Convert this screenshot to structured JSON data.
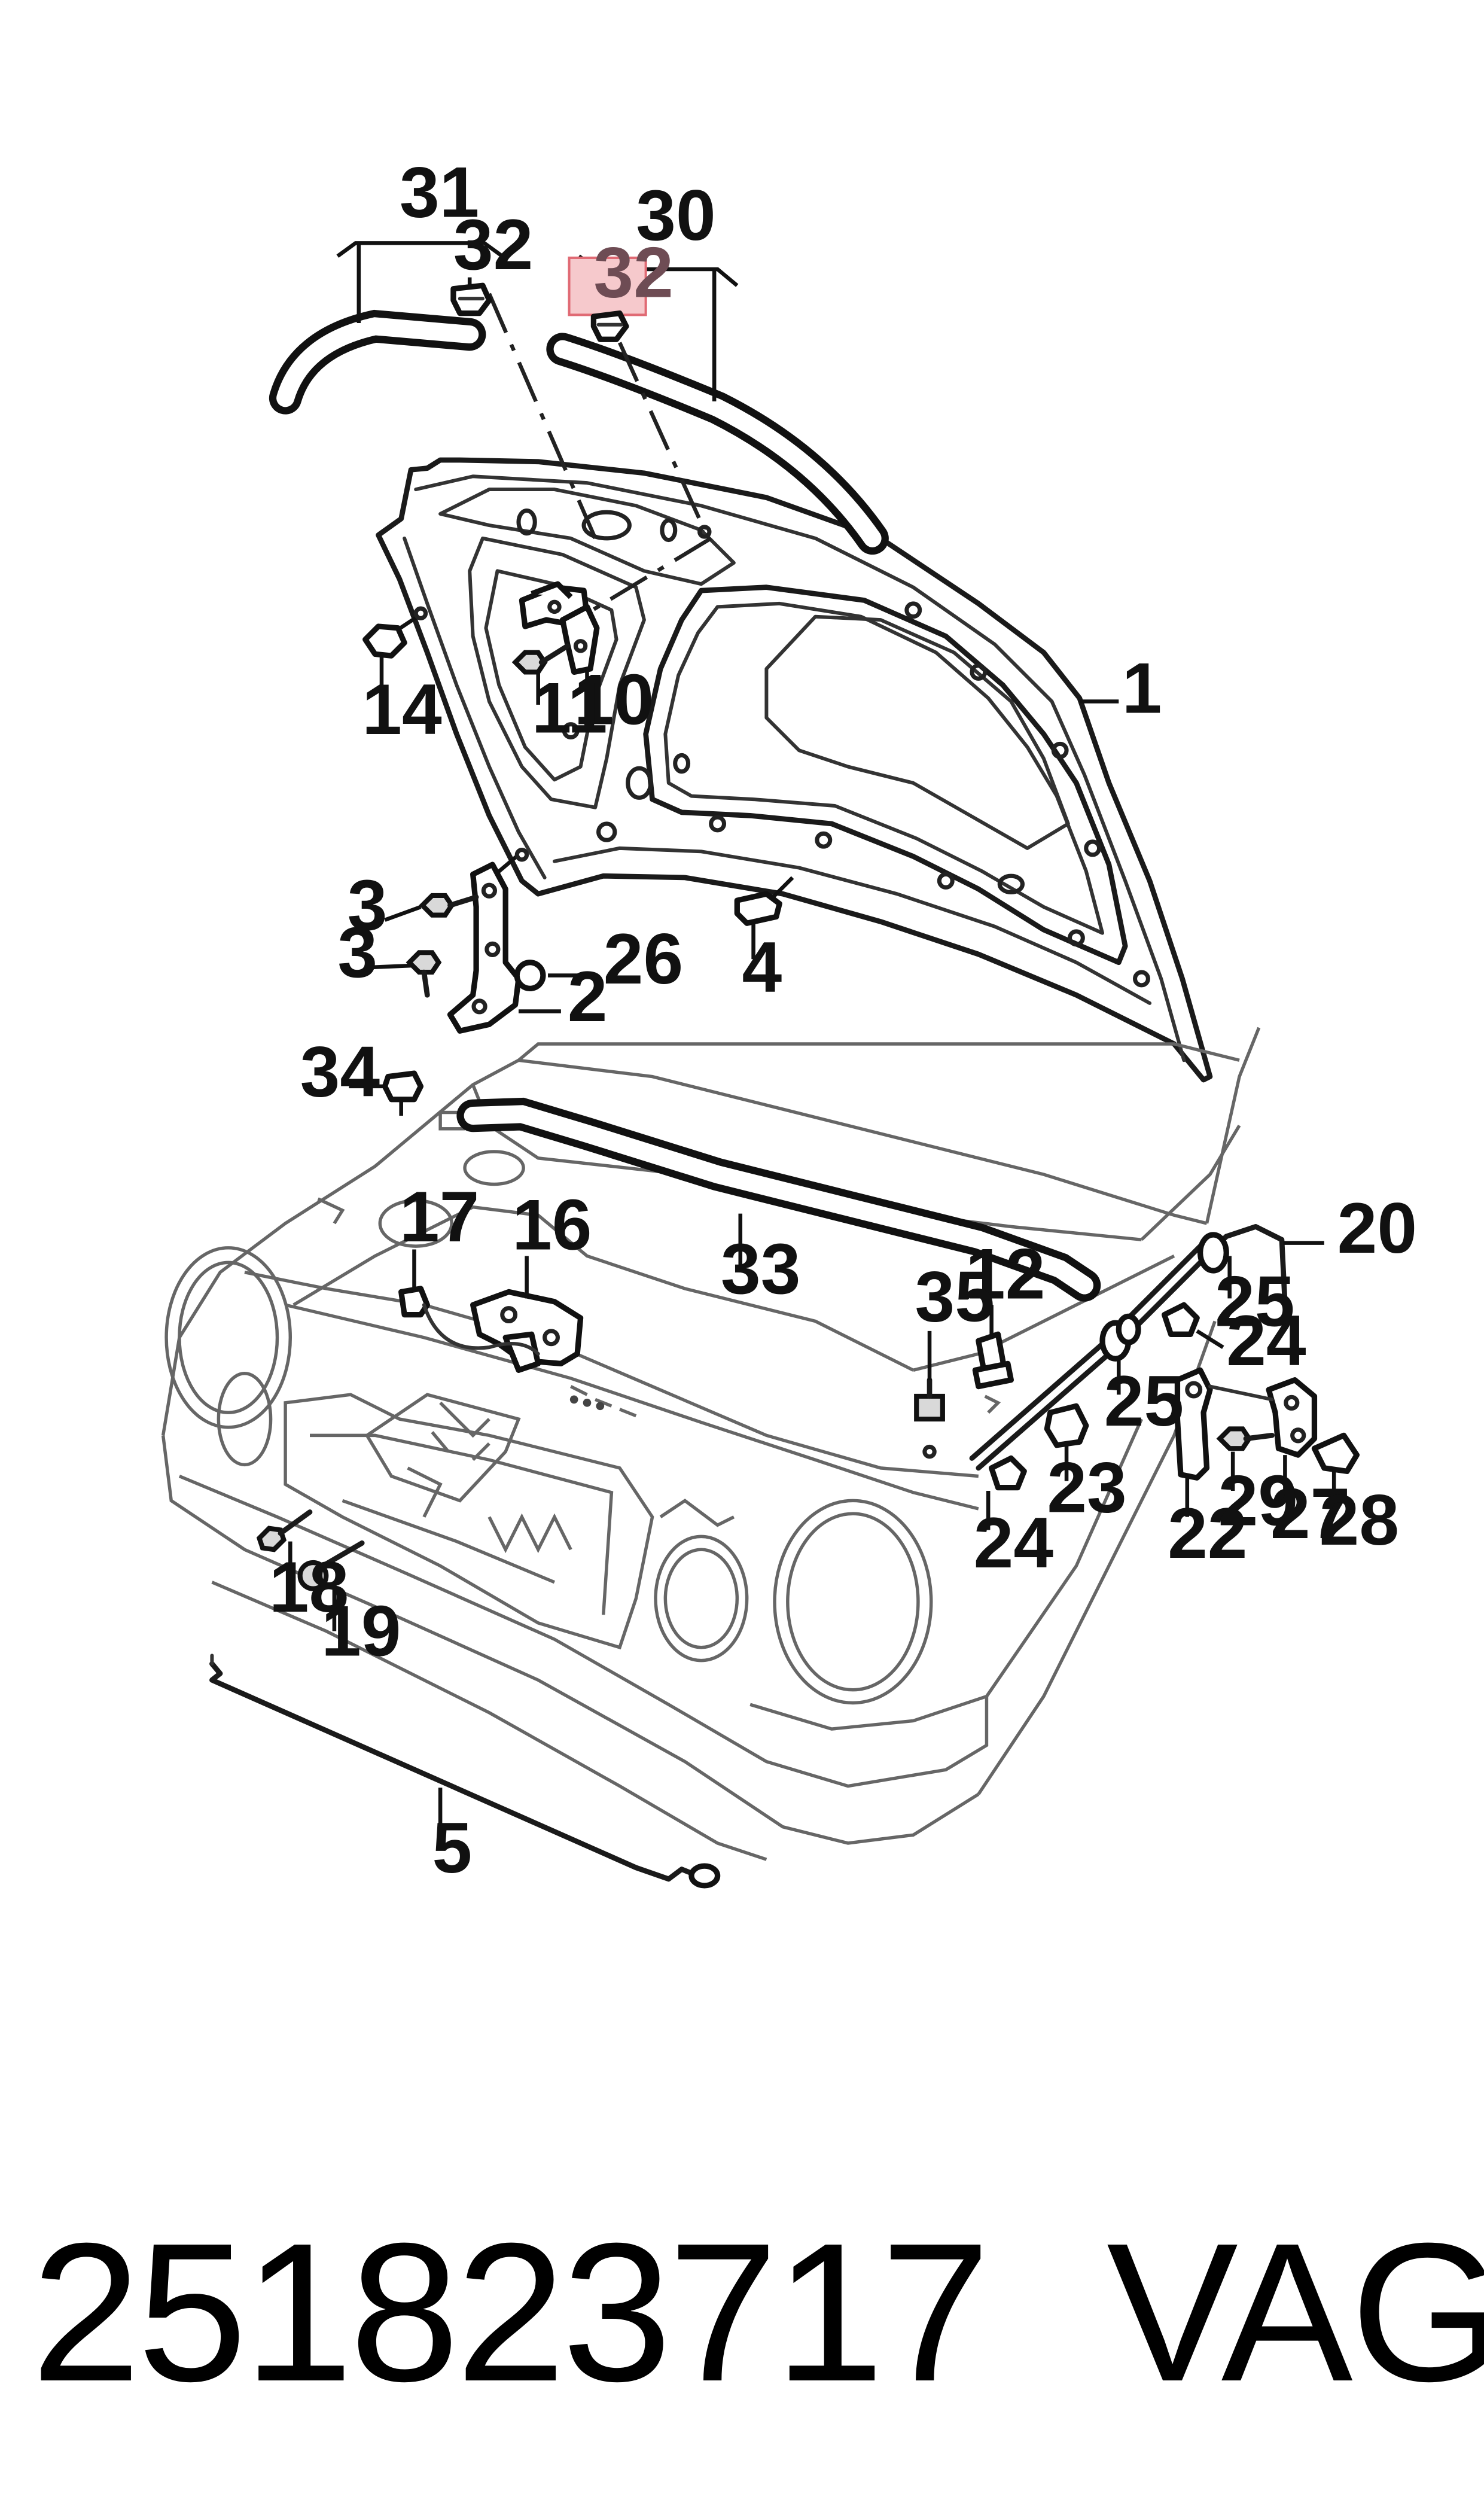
{
  "diagram": {
    "callouts": {
      "c1": "1",
      "c2": "2",
      "c3a": "3",
      "c3b": "3",
      "c4": "4",
      "c5": "5",
      "c10": "10",
      "c11": "11",
      "c12": "12",
      "c14": "14",
      "c16": "16",
      "c17": "17",
      "c18": "18",
      "c19": "19",
      "c20": "20",
      "c22": "22",
      "c23": "23",
      "c24a": "24",
      "c24b": "24",
      "c25a": "25",
      "c25b": "25",
      "c26": "26",
      "c27": "27",
      "c28": "28",
      "c29": "29",
      "c30": "30",
      "c31": "31",
      "c32a": "32",
      "c32b": "32",
      "c33": "33",
      "c34": "34",
      "c35": "35"
    },
    "highlighted_part": "32",
    "highlight_color": "#f6c9cc",
    "highlight_border": "#e06a74"
  },
  "footer": {
    "part_number": "251823717",
    "brand": "VAG"
  }
}
